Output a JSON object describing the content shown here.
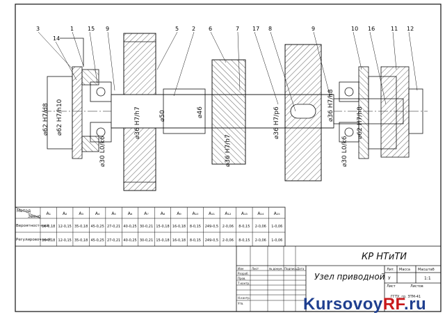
{
  "drawing": {
    "callouts": [
      "3",
      "14",
      "1",
      "15",
      "9",
      "5",
      "2",
      "6",
      "7",
      "17",
      "8",
      "9",
      "10",
      "16",
      "11",
      "12"
    ],
    "dimensions": {
      "d62_h7d8": "⌀62 H7/d8",
      "d62_h7h10": "⌀62 H7/h10",
      "d30_l0k6_left": "⌀30 L0/k6",
      "d36_h7h7_left": "⌀36 H7/h7",
      "d50": "⌀50",
      "d46": "⌀46",
      "d36_h7h7_mid": "⌀36 H7/h7",
      "d36_h7p6": "⌀36 H7/p6",
      "d36_h7h8": "⌀36 H7/h8",
      "d30_l0k6_right": "⌀30 L0/k6",
      "d62_h7h8": "⌀62 H7/h8"
    }
  },
  "table": {
    "corner_top": "Метод",
    "corner_bottom": "Звено",
    "columns": [
      "A₁",
      "A₂",
      "A₃",
      "A₄",
      "A₅",
      "A₆",
      "A₇",
      "A₈",
      "A₉",
      "A₁₀",
      "A₁₁",
      "A₁₂",
      "A₁₃",
      "A₁₄",
      "A₁₅"
    ],
    "rows": [
      {
        "label": "Вероятност-ный",
        "values": [
          "16-0,18",
          "12-0,15",
          "35-0,18",
          "45-0,25",
          "27-0,21",
          "40-0,25",
          "30-0,21",
          "15-0,18",
          "16-0,18",
          "8-0,15",
          "249-0,5",
          "2-0,06",
          "8-0,15",
          "2-0,06",
          "1-0,06"
        ]
      },
      {
        "label": "Регулировоч-ный",
        "values": [
          "16-0,18",
          "12-0,15",
          "35-0,18",
          "45-0,25",
          "27-0,21",
          "40-0,25",
          "30-0,21",
          "15-0,18",
          "16-0,18",
          "8-0,15",
          "249-0,5",
          "2-0,06",
          "8-0,15",
          "2-0,06",
          "1-0,06"
        ]
      }
    ]
  },
  "title_block": {
    "project": "КР НТиТИ",
    "title": "Узел приводной",
    "col_headers": [
      "Изм",
      "Лист",
      "№ докум.",
      "Подпись",
      "Дата"
    ],
    "roles": [
      "Разраб.",
      "Пров.",
      "Т.контр.",
      "",
      "Н.контр.",
      "Утв."
    ],
    "lit_label": "Лит.",
    "mass_label": "Масса",
    "scale_label": "Масштаб",
    "lit_value": "У",
    "scale_value": "1:1",
    "sheet_label": "Лист",
    "sheets_label": "Листов",
    "org": "ГГТУ, гр. ЗТМ-41"
  },
  "watermark": {
    "part1": "Kursovoy",
    "part2": "RF",
    "part3": ".ru"
  }
}
